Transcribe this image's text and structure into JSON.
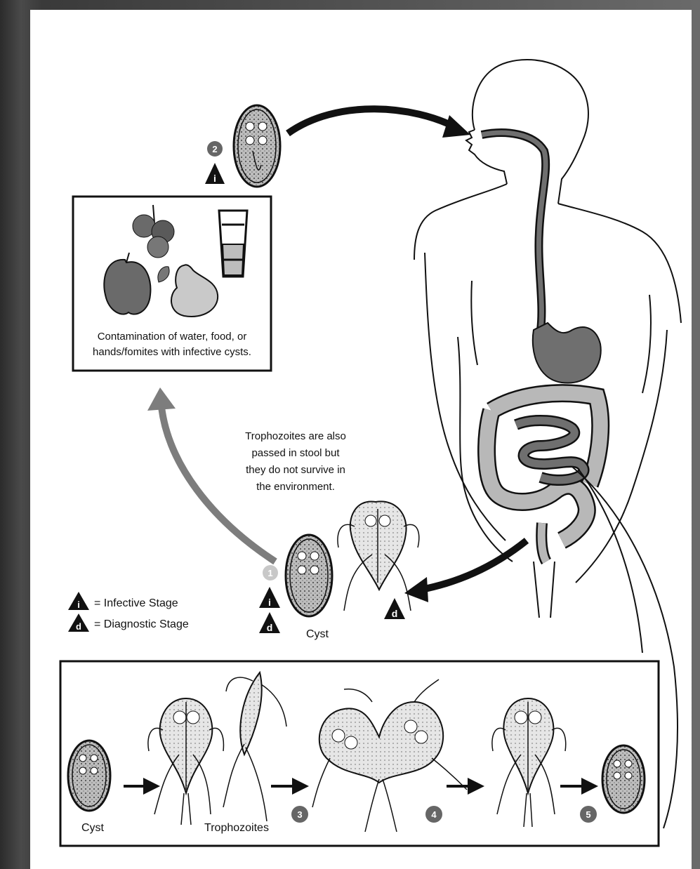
{
  "contamination_box": {
    "caption_line1": "Contamination of water, food, or",
    "caption_line2": "hands/fomites with infective cysts."
  },
  "trophozoite_note": {
    "line1": "Trophozoites are also",
    "line2": "passed in stool but",
    "line3": "they do not survive in",
    "line4": "the environment."
  },
  "legend": {
    "infective_symbol": "i",
    "infective_label": "= Infective Stage",
    "diagnostic_symbol": "d",
    "diagnostic_label": "= Diagnostic Stage"
  },
  "step_badges": {
    "s1": "1",
    "s2": "2",
    "s3": "3",
    "s4": "4",
    "s5": "5"
  },
  "stage_labels": {
    "cyst_env": "Cyst",
    "cyst_bottom": "Cyst",
    "trophozoites": "Trophozoites"
  },
  "colors": {
    "badge_gray": "#666666",
    "badge_light": "#c8c8c8",
    "return_arrow": "#7d7d7d",
    "gut_dark": "#6f6f6f",
    "gut_light": "#b8b8b8"
  }
}
